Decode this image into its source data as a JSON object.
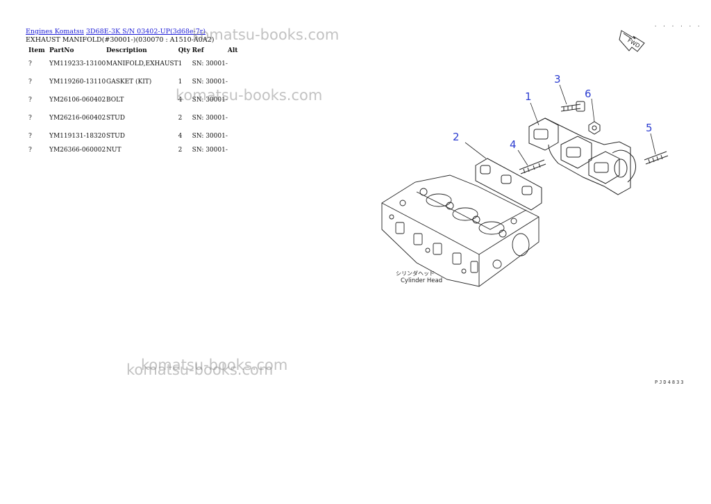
{
  "breadcrumb": {
    "link1": "Engines Komatsu",
    "link2": "3D68E-3K S/N 03402-UP(3d68e-7r)"
  },
  "subtitle": "EXHAUST MANIFOLD(#30001-)(030070 : A1510-A0A2)",
  "table": {
    "headers": {
      "item": "Item",
      "partno": "PartNo",
      "description": "Description",
      "qty": "Qty",
      "ref": "Ref",
      "alt": "Alt"
    },
    "rows": [
      {
        "item": "?",
        "partno": "YM119233-13100",
        "description": "MANIFOLD,EXHAUST",
        "qty": "1",
        "ref": "SN: 30001-"
      },
      {
        "item": "?",
        "partno": "YM119260-13110",
        "description": "GASKET (KIT)",
        "qty": "1",
        "ref": "SN: 30001-"
      },
      {
        "item": "?",
        "partno": "YM26106-060402",
        "description": "BOLT",
        "qty": "4",
        "ref": "SN: 30001-"
      },
      {
        "item": "?",
        "partno": "YM26216-060402",
        "description": "STUD",
        "qty": "2",
        "ref": "SN: 30001-"
      },
      {
        "item": "?",
        "partno": "YM119131-18320",
        "description": "STUD",
        "qty": "4",
        "ref": "SN: 30001-"
      },
      {
        "item": "?",
        "partno": "YM26366-060002",
        "description": "NUT",
        "qty": "2",
        "ref": "SN: 30001-"
      }
    ]
  },
  "watermark": "komatsu-books.com",
  "diagram": {
    "callouts": [
      "1",
      "2",
      "3",
      "4",
      "5",
      "6"
    ],
    "fwd_label": "FWD",
    "cylinder_head_jp": "シリンダヘッド",
    "cylinder_head_en": "Cylinder Head",
    "code": "PJD4833",
    "corner_code": "· · · · · ·",
    "callout_color": "#2a3bd0"
  }
}
